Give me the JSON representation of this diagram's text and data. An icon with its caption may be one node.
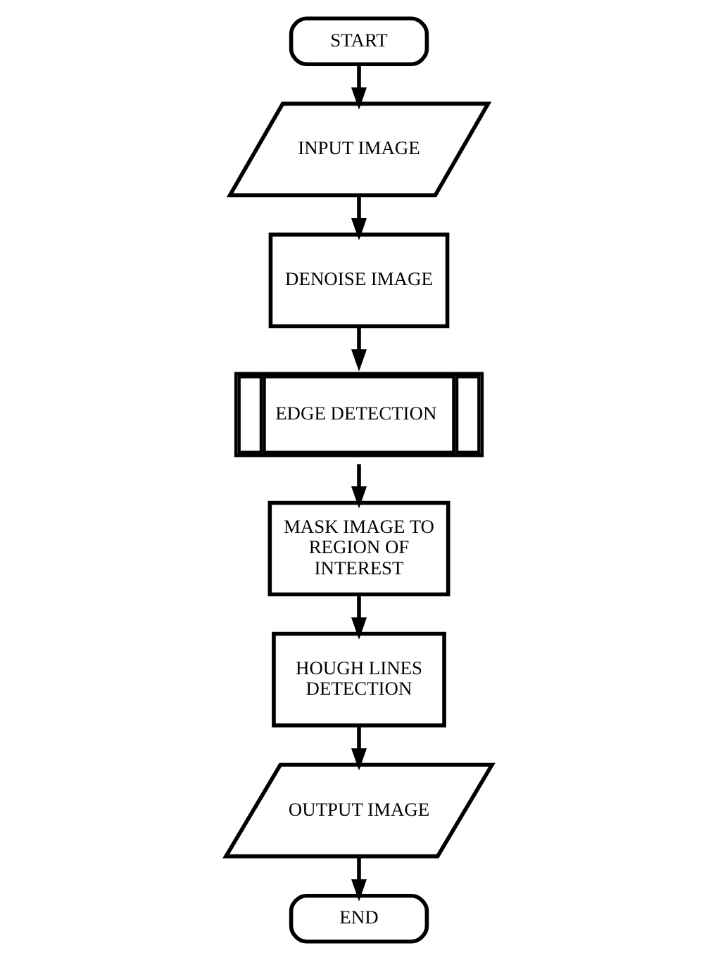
{
  "diagram": {
    "nodes": [
      {
        "text": [
          "START"
        ]
      },
      {
        "text": [
          "INPUT IMAGE"
        ]
      },
      {
        "text": [
          "DENOISE IMAGE"
        ]
      },
      {
        "text": [
          "EDGE DETECTION"
        ]
      },
      {
        "text": [
          "MASK IMAGE TO REGION OF INTEREST"
        ]
      },
      {
        "text": [
          "HOUGH LINES DETECTION"
        ]
      },
      {
        "text": [
          "OUTPUT IMAGE"
        ]
      },
      {
        "text": [
          "END"
        ]
      }
    ],
    "edges": [
      {
        "from": 0,
        "to": 1,
        "arrow": "to"
      },
      {
        "from": 1,
        "to": 2,
        "arrow": "to"
      },
      {
        "from": 2,
        "to": 3,
        "arrow": "to"
      },
      {
        "from": 3,
        "to": 4,
        "arrow": "to"
      },
      {
        "from": 4,
        "to": 5,
        "arrow": "to"
      },
      {
        "from": 5,
        "to": 6,
        "arrow": "to"
      },
      {
        "from": 6,
        "to": 7,
        "arrow": "to"
      }
    ]
  }
}
